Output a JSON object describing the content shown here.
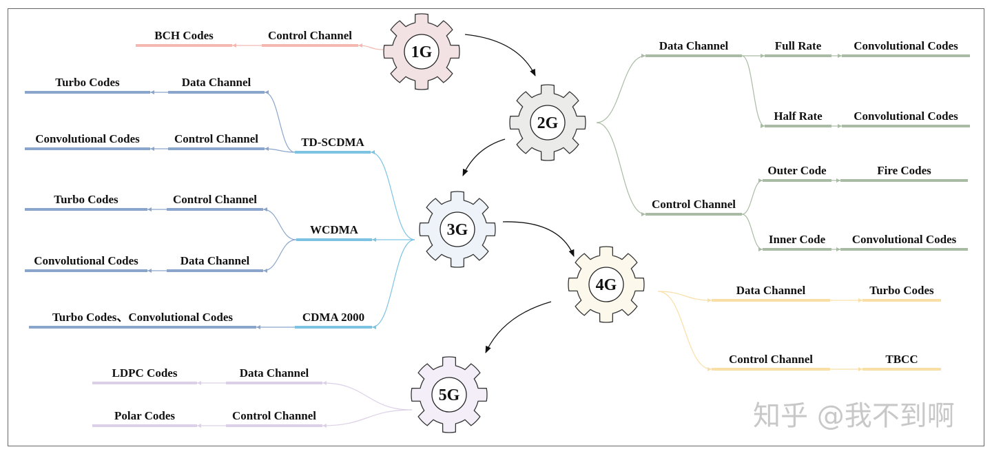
{
  "colors": {
    "g1": "#f4b8b0",
    "g2": "#a9bba4",
    "g3a": "#7cc3e3",
    "g3b": "#8aa5cc",
    "g4": "#f9dfa6",
    "g5": "#dcd0e8",
    "gear_fill": {
      "1G": "#f2e2e4",
      "2G": "#ebecea",
      "3G": "#eef3f9",
      "4G": "#fcf8ec",
      "5G": "#f3eef8"
    }
  },
  "gears": {
    "g1": "1G",
    "g2": "2G",
    "g3": "3G",
    "g4": "4G",
    "g5": "5G"
  },
  "g1": {
    "control": "Control Channel",
    "control_code": "BCH Codes"
  },
  "g2": {
    "data": "Data Channel",
    "full_rate": "Full Rate",
    "full_rate_code": "Convolutional Codes",
    "half_rate": "Half Rate",
    "half_rate_code": "Convolutional Codes",
    "control": "Control Channel",
    "outer": "Outer Code",
    "outer_code": "Fire Codes",
    "inner": "Inner Code",
    "inner_code": "Convolutional Codes"
  },
  "g3": {
    "td": "TD-SCDMA",
    "td_data": "Data Channel",
    "td_data_code": "Turbo Codes",
    "td_control": "Control Channel",
    "td_control_code": "Convolutional Codes",
    "wc": "WCDMA",
    "wc_control": "Control Channel",
    "wc_control_code": "Turbo Codes",
    "wc_data": "Data Channel",
    "wc_data_code": "Convolutional Codes",
    "cdma": "CDMA 2000",
    "cdma_code": "Turbo Codes、Convolutional Codes"
  },
  "g4": {
    "data": "Data Channel",
    "data_code": "Turbo Codes",
    "control": "Control Channel",
    "control_code": "TBCC"
  },
  "g5": {
    "data": "Data Channel",
    "data_code": "LDPC Codes",
    "control": "Control Channel",
    "control_code": "Polar Codes"
  },
  "watermark": "知乎 @我不到啊"
}
